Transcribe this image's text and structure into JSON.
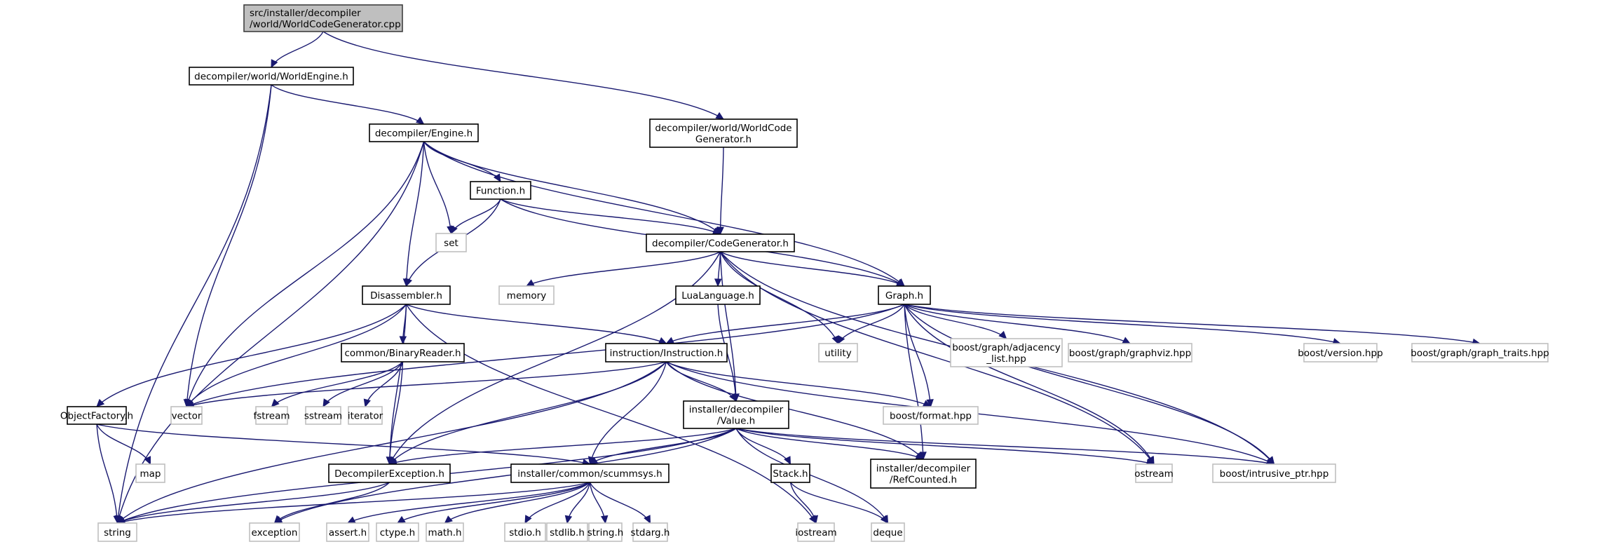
{
  "title": "Include dependency graph for WorldCodeGenerator.cpp",
  "colors": {
    "edge": "#191970",
    "root_fill": "#bfbfbf",
    "root_border": "#404040",
    "documented_border": "#000000",
    "external_border": "#bfbfbf",
    "node_fill": "#ffffff"
  },
  "nodes": [
    {
      "id": "root",
      "lines": [
        "src/installer/decompiler",
        "/world/WorldCodeGenerator.cpp"
      ],
      "kind": "root"
    },
    {
      "id": "worldengine",
      "lines": [
        "decompiler/world/WorldEngine.h"
      ],
      "kind": "documented"
    },
    {
      "id": "worldcodegen",
      "lines": [
        "decompiler/world/WorldCode",
        "Generator.h"
      ],
      "kind": "documented"
    },
    {
      "id": "engine",
      "lines": [
        "decompiler/Engine.h"
      ],
      "kind": "documented"
    },
    {
      "id": "function",
      "lines": [
        "Function.h"
      ],
      "kind": "documented"
    },
    {
      "id": "set",
      "lines": [
        "set"
      ],
      "kind": "external"
    },
    {
      "id": "codegen",
      "lines": [
        "decompiler/CodeGenerator.h"
      ],
      "kind": "documented"
    },
    {
      "id": "disassembler",
      "lines": [
        "Disassembler.h"
      ],
      "kind": "documented"
    },
    {
      "id": "memory",
      "lines": [
        "memory"
      ],
      "kind": "external"
    },
    {
      "id": "lualang",
      "lines": [
        "LuaLanguage.h"
      ],
      "kind": "documented"
    },
    {
      "id": "graph",
      "lines": [
        "Graph.h"
      ],
      "kind": "documented"
    },
    {
      "id": "binaryreader",
      "lines": [
        "common/BinaryReader.h"
      ],
      "kind": "documented"
    },
    {
      "id": "instruction",
      "lines": [
        "instruction/Instruction.h"
      ],
      "kind": "documented"
    },
    {
      "id": "utility",
      "lines": [
        "utility"
      ],
      "kind": "external"
    },
    {
      "id": "adjacency",
      "lines": [
        "boost/graph/adjacency",
        "_list.hpp"
      ],
      "kind": "external"
    },
    {
      "id": "graphviz",
      "lines": [
        "boost/graph/graphviz.hpp"
      ],
      "kind": "external"
    },
    {
      "id": "bversion",
      "lines": [
        "boost/version.hpp"
      ],
      "kind": "external"
    },
    {
      "id": "graphtraits",
      "lines": [
        "boost/graph/graph_traits.hpp"
      ],
      "kind": "external"
    },
    {
      "id": "objectfactory",
      "lines": [
        "ObjectFactory.h"
      ],
      "kind": "documented"
    },
    {
      "id": "vector",
      "lines": [
        "vector"
      ],
      "kind": "external"
    },
    {
      "id": "fstream",
      "lines": [
        "fstream"
      ],
      "kind": "external"
    },
    {
      "id": "sstream",
      "lines": [
        "sstream"
      ],
      "kind": "external"
    },
    {
      "id": "iterator",
      "lines": [
        "iterator"
      ],
      "kind": "external"
    },
    {
      "id": "value",
      "lines": [
        "installer/decompiler",
        "/Value.h"
      ],
      "kind": "documented"
    },
    {
      "id": "bformat",
      "lines": [
        "boost/format.hpp"
      ],
      "kind": "external"
    },
    {
      "id": "map",
      "lines": [
        "map"
      ],
      "kind": "external"
    },
    {
      "id": "decompexc",
      "lines": [
        "DecompilerException.h"
      ],
      "kind": "documented"
    },
    {
      "id": "scummsys",
      "lines": [
        "installer/common/scummsys.h"
      ],
      "kind": "documented"
    },
    {
      "id": "stack",
      "lines": [
        "Stack.h"
      ],
      "kind": "documented"
    },
    {
      "id": "refcounted",
      "lines": [
        "installer/decompiler",
        "/RefCounted.h"
      ],
      "kind": "documented"
    },
    {
      "id": "ostream",
      "lines": [
        "ostream"
      ],
      "kind": "external"
    },
    {
      "id": "intrusive",
      "lines": [
        "boost/intrusive_ptr.hpp"
      ],
      "kind": "external"
    },
    {
      "id": "string",
      "lines": [
        "string"
      ],
      "kind": "external"
    },
    {
      "id": "exception",
      "lines": [
        "exception"
      ],
      "kind": "external"
    },
    {
      "id": "asserth",
      "lines": [
        "assert.h"
      ],
      "kind": "external"
    },
    {
      "id": "ctypeh",
      "lines": [
        "ctype.h"
      ],
      "kind": "external"
    },
    {
      "id": "mathh",
      "lines": [
        "math.h"
      ],
      "kind": "external"
    },
    {
      "id": "stdioh",
      "lines": [
        "stdio.h"
      ],
      "kind": "external"
    },
    {
      "id": "stdlibh",
      "lines": [
        "stdlib.h"
      ],
      "kind": "external"
    },
    {
      "id": "stringh",
      "lines": [
        "string.h"
      ],
      "kind": "external"
    },
    {
      "id": "stdargh",
      "lines": [
        "stdarg.h"
      ],
      "kind": "external"
    },
    {
      "id": "iostream",
      "lines": [
        "iostream"
      ],
      "kind": "external"
    },
    {
      "id": "deque",
      "lines": [
        "deque"
      ],
      "kind": "external"
    }
  ],
  "edges": [
    [
      "root",
      "worldengine"
    ],
    [
      "root",
      "worldcodegen"
    ],
    [
      "worldengine",
      "engine"
    ],
    [
      "worldengine",
      "string"
    ],
    [
      "worldengine",
      "vector"
    ],
    [
      "worldcodegen",
      "codegen"
    ],
    [
      "engine",
      "function"
    ],
    [
      "engine",
      "set"
    ],
    [
      "engine",
      "codegen"
    ],
    [
      "engine",
      "disassembler"
    ],
    [
      "engine",
      "graph"
    ],
    [
      "engine",
      "vector"
    ],
    [
      "engine",
      "string"
    ],
    [
      "function",
      "set"
    ],
    [
      "function",
      "codegen"
    ],
    [
      "function",
      "disassembler"
    ],
    [
      "function",
      "graph"
    ],
    [
      "codegen",
      "memory"
    ],
    [
      "codegen",
      "lualang"
    ],
    [
      "codegen",
      "graph"
    ],
    [
      "codegen",
      "utility"
    ],
    [
      "codegen",
      "value"
    ],
    [
      "codegen",
      "decompexc"
    ],
    [
      "codegen",
      "ostream"
    ],
    [
      "codegen",
      "intrusive"
    ],
    [
      "disassembler",
      "binaryreader"
    ],
    [
      "disassembler",
      "instruction"
    ],
    [
      "disassembler",
      "objectfactory"
    ],
    [
      "disassembler",
      "vector"
    ],
    [
      "disassembler",
      "decompexc"
    ],
    [
      "disassembler",
      "iostream"
    ],
    [
      "lualang",
      "value"
    ],
    [
      "graph",
      "instruction"
    ],
    [
      "graph",
      "vector"
    ],
    [
      "graph",
      "utility"
    ],
    [
      "graph",
      "adjacency"
    ],
    [
      "graph",
      "graphviz"
    ],
    [
      "graph",
      "bversion"
    ],
    [
      "graph",
      "graphtraits"
    ],
    [
      "graph",
      "bformat"
    ],
    [
      "graph",
      "refcounted"
    ],
    [
      "graph",
      "ostream"
    ],
    [
      "graph",
      "intrusive"
    ],
    [
      "binaryreader",
      "fstream"
    ],
    [
      "binaryreader",
      "sstream"
    ],
    [
      "binaryreader",
      "iterator"
    ],
    [
      "binaryreader",
      "decompexc"
    ],
    [
      "instruction",
      "value"
    ],
    [
      "instruction",
      "vector"
    ],
    [
      "instruction",
      "string"
    ],
    [
      "instruction",
      "bformat"
    ],
    [
      "instruction",
      "decompexc"
    ],
    [
      "instruction",
      "scummsys"
    ],
    [
      "instruction",
      "refcounted"
    ],
    [
      "instruction",
      "intrusive"
    ],
    [
      "objectfactory",
      "map"
    ],
    [
      "objectfactory",
      "string"
    ],
    [
      "objectfactory",
      "scummsys"
    ],
    [
      "value",
      "decompexc"
    ],
    [
      "value",
      "scummsys"
    ],
    [
      "value",
      "stack"
    ],
    [
      "value",
      "refcounted"
    ],
    [
      "value",
      "ostream"
    ],
    [
      "value",
      "intrusive"
    ],
    [
      "value",
      "deque"
    ],
    [
      "value",
      "string"
    ],
    [
      "value",
      "exception"
    ],
    [
      "decompexc",
      "string"
    ],
    [
      "decompexc",
      "exception"
    ],
    [
      "scummsys",
      "asserth"
    ],
    [
      "scummsys",
      "ctypeh"
    ],
    [
      "scummsys",
      "mathh"
    ],
    [
      "scummsys",
      "stdioh"
    ],
    [
      "scummsys",
      "stdlibh"
    ],
    [
      "scummsys",
      "stringh"
    ],
    [
      "scummsys",
      "stdargh"
    ],
    [
      "scummsys",
      "string"
    ],
    [
      "stack",
      "iostream"
    ],
    [
      "stack",
      "deque"
    ]
  ]
}
